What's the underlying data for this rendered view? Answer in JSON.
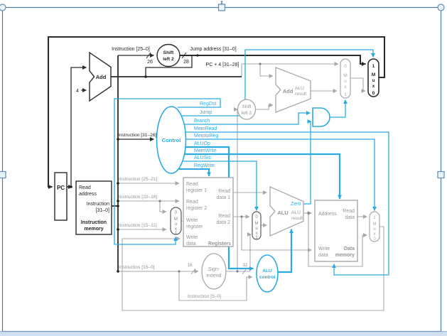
{
  "selection": {
    "handles": "image-selection-handles",
    "colors": {
      "border": "#4d7ba7",
      "handle_fill": "#e9f5fc",
      "handle_stroke": "#5e8cb3",
      "bottom_bar": "#cfe0f3"
    }
  },
  "figure": {
    "colors": {
      "control_blue": "#29abe2",
      "wire_gray": "#a6a8ab",
      "wire_black": "#2b2b2b",
      "text_gray": "#939598",
      "text_black": "#231f20"
    },
    "top": {
      "instr_25_0": "Instruction [25–0]",
      "shift_line1": "Shift",
      "shift_line2": "left 2",
      "width_26": "26",
      "width_28": "28",
      "jump_address": "Jump address [31–0]",
      "pc_plus_4": "PC + 4 [31–28]",
      "add": "Add",
      "four": "4"
    },
    "pc": "PC",
    "instruction_memory": {
      "read_address_1": "Read",
      "read_address_2": "address",
      "instruction_1": "Instruction",
      "instruction_2": "[31–0]",
      "name_1": "Instruction",
      "name_2": "memory"
    },
    "control": {
      "label": "Control",
      "input_label": "Instruction [31–26]",
      "signals": [
        "RegDst",
        "Jump",
        "Branch",
        "MemRead",
        "MemtoReg",
        "ALUOp",
        "MemWrite",
        "ALUSrc",
        "RegWrite"
      ]
    },
    "instruction_fields": {
      "f25_21": "Instruction [25–21]",
      "f20_16": "Instruction [20–16]",
      "f15_11": "Instruction [15–11]",
      "f15_0": "Instruction [15–0]",
      "f5_0": "Instruction [5–0]"
    },
    "registers": {
      "read_register_1a": "Read",
      "read_register_1b": "register 1",
      "read_register_2a": "Read",
      "read_register_2b": "register 2",
      "write_register_a": "Write",
      "write_register_b": "register",
      "write_data_a": "Write",
      "write_data_b": "data",
      "read_data_1a": "Read",
      "read_data_1b": "data 1",
      "read_data_2a": "Read",
      "read_data_2b": "data 2",
      "name": "Registers"
    },
    "sign_extend": {
      "line1": "Sign-",
      "line2": "extend",
      "in_width": "16",
      "out_width": "32"
    },
    "shift_left_2b": {
      "line1": "Shift",
      "line2": "left 2"
    },
    "branch_adder": {
      "add": "Add",
      "alu": "ALU",
      "result": "result"
    },
    "alu": {
      "name": "ALU",
      "out_alu": "ALU",
      "out_result": "result",
      "zero": "Zero"
    },
    "alu_control": {
      "line1": "ALU",
      "line2": "control"
    },
    "data_memory": {
      "address": "Address",
      "read_a": "Read",
      "read_b": "data",
      "write_a": "Write",
      "write_b": "data",
      "name_a": "Data",
      "name_b": "memory"
    },
    "mux": {
      "m": "M",
      "u": "u",
      "x": "x",
      "zero": "0",
      "one": "1"
    }
  }
}
